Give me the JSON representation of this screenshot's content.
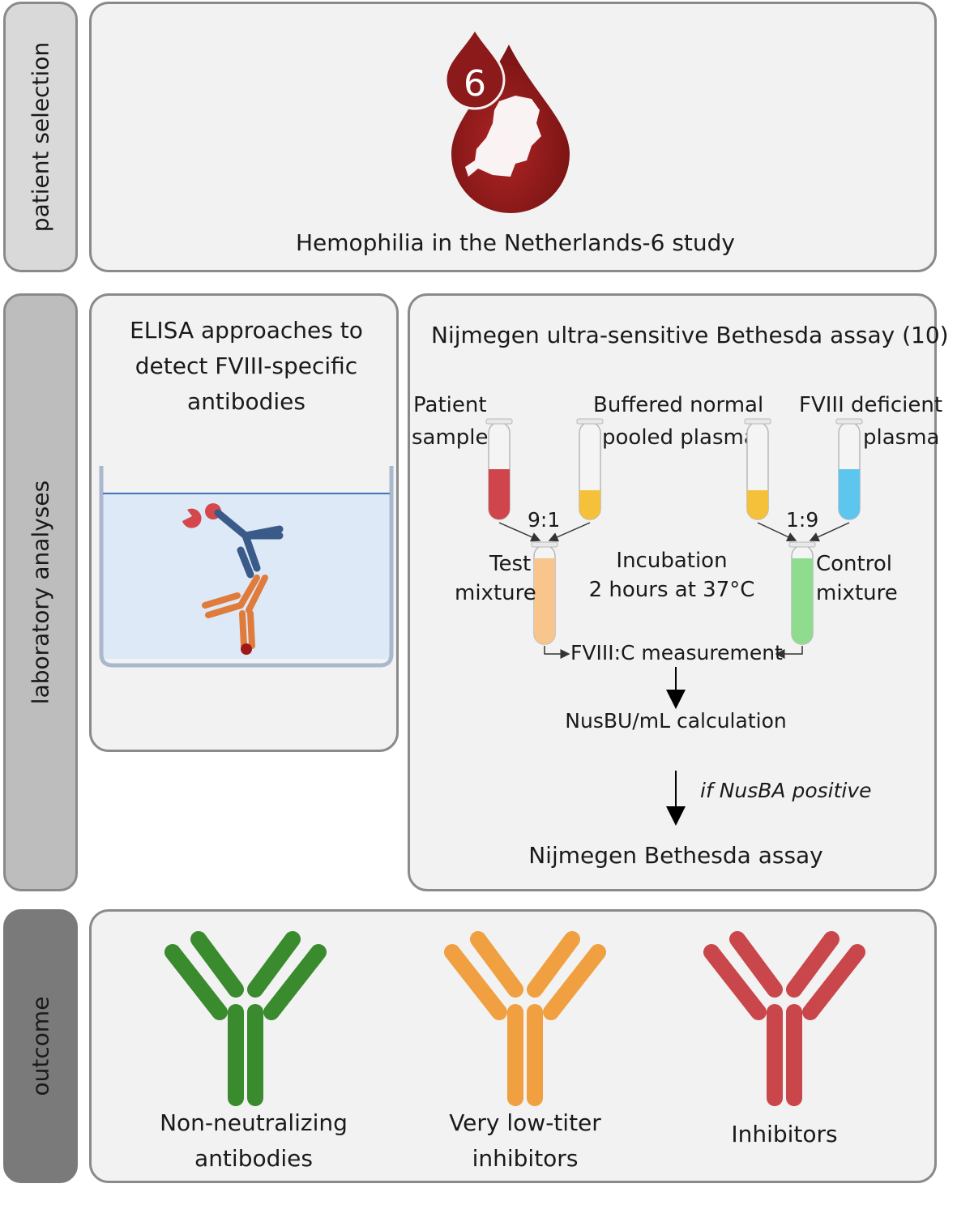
{
  "sidebar": {
    "patient_selection": "patient selection",
    "laboratory_analyses": "laboratory analyses",
    "outcome": "outcome"
  },
  "patient_selection_panel": {
    "logo_number": "6",
    "study_name": "Hemophilia in the Netherlands-6 study"
  },
  "elisa_panel": {
    "title_line1": "ELISA approaches to",
    "title_line2": "detect FVIII-specific",
    "title_line3": "antibodies"
  },
  "nusba_panel": {
    "title": "Nijmegen ultra-sensitive Bethesda assay (10)",
    "tube_patient_line1": "Patient",
    "tube_patient_line2": "sample",
    "tube_buffered_line1": "Buffered normal",
    "tube_buffered_line2": "pooled plasma",
    "tube_deficient_line1": "FVIII deficient",
    "tube_deficient_line2": "plasma",
    "ratio_test": "9:1",
    "ratio_control": "1:9",
    "test_mixture_line1": "Test",
    "test_mixture_line2": "mixture",
    "incubation_line1": "Incubation",
    "incubation_line2": "2 hours at 37°C",
    "control_mixture_line1": "Control",
    "control_mixture_line2": "mixture",
    "measurement": "FVIII:C measurement",
    "calculation": "NusBU/mL calculation",
    "condition": "if NusBA positive",
    "final_assay": "Nijmegen Bethesda assay"
  },
  "outcome_panel": {
    "items": [
      {
        "line1": "Non-neutralizing",
        "line2": "antibodies",
        "color": "#3a8a2e"
      },
      {
        "line1": "Very low-titer",
        "line2": "inhibitors",
        "color": "#f0a040"
      },
      {
        "line1": "Inhibitors",
        "line2": "",
        "color": "#c9474a"
      }
    ]
  },
  "colors": {
    "panel_border": "#8a8a8a",
    "panel_fill": "#f2f2f2",
    "sidebar_dark": "#7a7a7a",
    "sidebar_medium": "#bdbdbd",
    "sidebar_light": "#d9d9d9",
    "blood_red": "#8c1a1a",
    "tube_red": "#d0454c",
    "tube_yellow": "#f5c13a",
    "tube_blue": "#5cc6ef",
    "tube_orange": "#f8c58c",
    "tube_green": "#8fdc8f"
  }
}
